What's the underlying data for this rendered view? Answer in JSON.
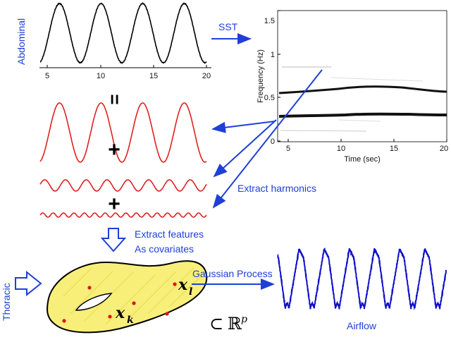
{
  "labels": {
    "abdominal": "Abdominal",
    "sst": "SST",
    "extract_harmonics": "Extract harmonics",
    "extract_features_1": "Extract features",
    "extract_features_2": "As covariates",
    "thoracic": "Thoracic",
    "gaussian_process": "Gaussian Process",
    "airflow": "Airflow",
    "equals": "=",
    "plus_1": "+",
    "plus_2": "+"
  },
  "math": {
    "xl": "x",
    "xl_sub": "l",
    "xk": "x",
    "xk_sub": "k",
    "subset": "⊂",
    "space": "ℝ",
    "space_sup": "p"
  },
  "abdominal_plot": {
    "xticks": [
      "5",
      "10",
      "15",
      "20"
    ]
  },
  "spectrogram": {
    "ylabel": "Frequency (Hz)",
    "xlabel": "Time (sec)",
    "yticks": [
      "0",
      "0.5",
      "1",
      "1.5"
    ],
    "xticks": [
      "5",
      "10",
      "15",
      "20"
    ]
  },
  "colors": {
    "arrow_blue": "#1f3fd6",
    "harmonic_red": "#e02020",
    "airflow_blue": "#1010c8",
    "manifold_fill": "#f7ef7a",
    "point_red": "#d81818"
  }
}
